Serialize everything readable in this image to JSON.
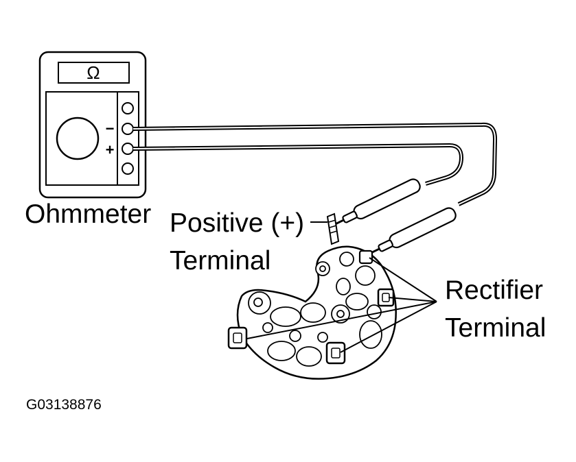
{
  "meter": {
    "display_symbol": "Ω",
    "minus_symbol": "−",
    "plus_symbol": "+"
  },
  "labels": {
    "ohmmeter": "Ohmmeter",
    "positive_line1": "Positive (+)",
    "positive_line2": "Terminal",
    "rectifier_line1": "Rectifier",
    "rectifier_line2": "Terminal"
  },
  "figure_code": "G03138876",
  "colors": {
    "ink": "#000000",
    "paper": "#ffffff"
  }
}
